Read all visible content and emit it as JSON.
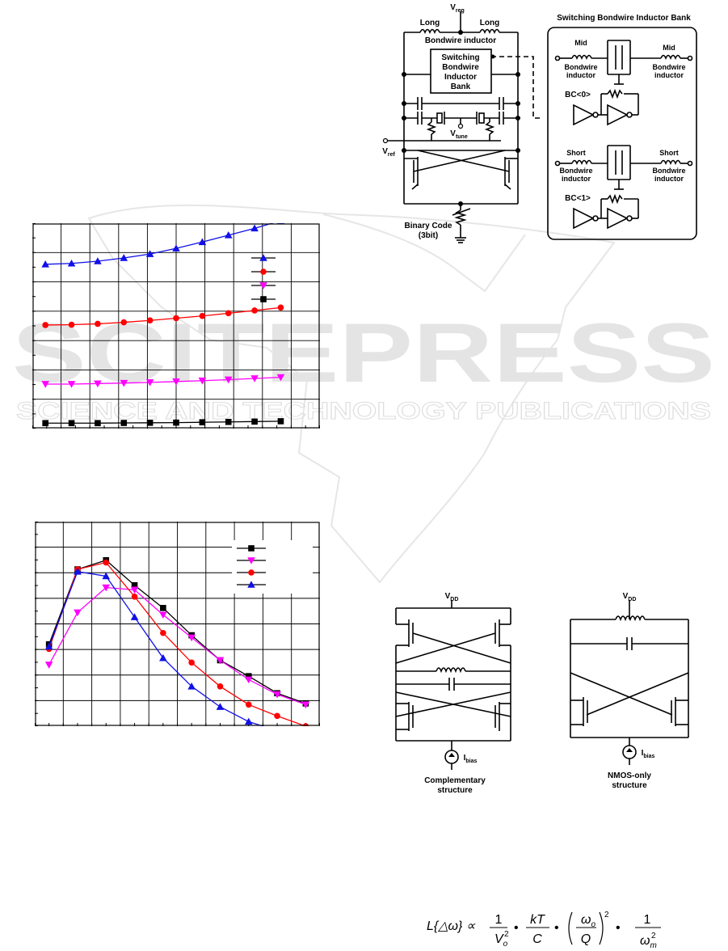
{
  "watermark": {
    "line1": "SCITEPRESS",
    "line2": "SCIENCE AND TECHNOLOGY PUBLICATIONS"
  },
  "vco_schematic": {
    "vreg": "V",
    "vreg_sub": "reg",
    "long_left": "Long",
    "long_right": "Long",
    "bondwire_inductor": "Bondwire inductor",
    "bank_box": [
      "Switching",
      "Bondwire",
      "Inductor",
      "Bank"
    ],
    "vtune": "V",
    "vtune_sub": "tune",
    "vref": "V",
    "vref_sub": "ref",
    "binary_code": "Binary Code",
    "binary_bits": "(3bit)"
  },
  "inductor_bank": {
    "title": "Switching Bondwire Inductor Bank",
    "mid_left": [
      "Mid",
      "Bondwire",
      "inductor"
    ],
    "mid_right": [
      "Mid",
      "Bondwire",
      "inductor"
    ],
    "bc0": "BC<0>",
    "short_left": [
      "Short",
      "Bondwire",
      "inductor"
    ],
    "short_right": [
      "Short",
      "Bondwire",
      "inductor"
    ],
    "bc1": "BC<1>"
  },
  "structures": {
    "vdd_left": "V",
    "vdd_left_sub": "DD",
    "vdd_right": "V",
    "vdd_right_sub": "DD",
    "ibias_left": "I",
    "ibias_left_sub": "bias",
    "ibias_right": "I",
    "ibias_right_sub": "bias",
    "caption_left": [
      "Complementary",
      "structure"
    ],
    "caption_right": [
      "NMOS-only",
      "structure"
    ]
  },
  "formula": {
    "lhs": "L{△ω} ∝",
    "t1_num": "1",
    "t1_den": "V",
    "t1_den_sub": "o",
    "t1_den_sup": "2",
    "t2_num": "kT",
    "t2_den": "C",
    "t3_num": "ω",
    "t3_num_sub": "o",
    "t3_den": "Q",
    "t3_sup": "2",
    "t4_num": "1",
    "t4_den": "ω",
    "t4_den_sub": "m",
    "t4_den_sup": "2",
    "dot": "•"
  },
  "colors": {
    "blue": "#1010e8",
    "red": "#ff0000",
    "magenta": "#ff00ff",
    "black": "#000000"
  },
  "chart_data": [
    {
      "type": "line",
      "x": [
        0,
        1,
        2,
        3,
        4,
        5,
        6,
        7,
        8,
        9,
        10
      ],
      "xlim": [
        -0.5,
        10.5
      ],
      "ylim": [
        0,
        12
      ],
      "grid": true,
      "legend": "right-upper",
      "series": [
        {
          "marker": "triangle-up",
          "color": "#1010e8",
          "values": [
            9.6,
            9.65,
            9.78,
            9.97,
            10.2,
            10.53,
            10.9,
            11.3,
            11.7,
            12.15
          ]
        },
        {
          "marker": "circle",
          "color": "#ff0000",
          "values": [
            6.05,
            6.07,
            6.12,
            6.21,
            6.32,
            6.45,
            6.58,
            6.74,
            6.9,
            7.07
          ]
        },
        {
          "marker": "triangle-down",
          "color": "#ff00ff",
          "values": [
            2.6,
            2.6,
            2.63,
            2.66,
            2.7,
            2.75,
            2.8,
            2.86,
            2.93,
            3.0
          ]
        },
        {
          "marker": "square",
          "color": "#000000",
          "values": [
            0.32,
            0.32,
            0.32,
            0.33,
            0.34,
            0.35,
            0.37,
            0.39,
            0.41,
            0.43
          ]
        }
      ]
    },
    {
      "type": "line",
      "x": [
        0,
        1,
        2,
        3,
        4,
        5,
        6,
        7,
        8,
        9
      ],
      "xlim": [
        -0.5,
        9.5
      ],
      "ylim": [
        0,
        9
      ],
      "grid": true,
      "legend": "top-right",
      "series": [
        {
          "marker": "square",
          "color": "#000000",
          "values": [
            3.6,
            6.9,
            7.3,
            6.2,
            5.2,
            4.0,
            2.9,
            2.2,
            1.45,
            1.0
          ]
        },
        {
          "marker": "triangle-down",
          "color": "#ff00ff",
          "values": [
            2.7,
            5.0,
            6.1,
            6.0,
            4.9,
            3.9,
            2.9,
            2.05,
            1.4,
            0.95
          ]
        },
        {
          "marker": "circle",
          "color": "#ff0000",
          "values": [
            3.4,
            6.9,
            7.2,
            5.7,
            4.1,
            2.8,
            1.75,
            0.95,
            0.45,
            0.0
          ]
        },
        {
          "marker": "triangle-up",
          "color": "#1010e8",
          "values": [
            3.5,
            6.8,
            6.6,
            4.8,
            3.0,
            1.75,
            0.85,
            0.2,
            -0.2,
            -0.55
          ]
        }
      ]
    }
  ]
}
